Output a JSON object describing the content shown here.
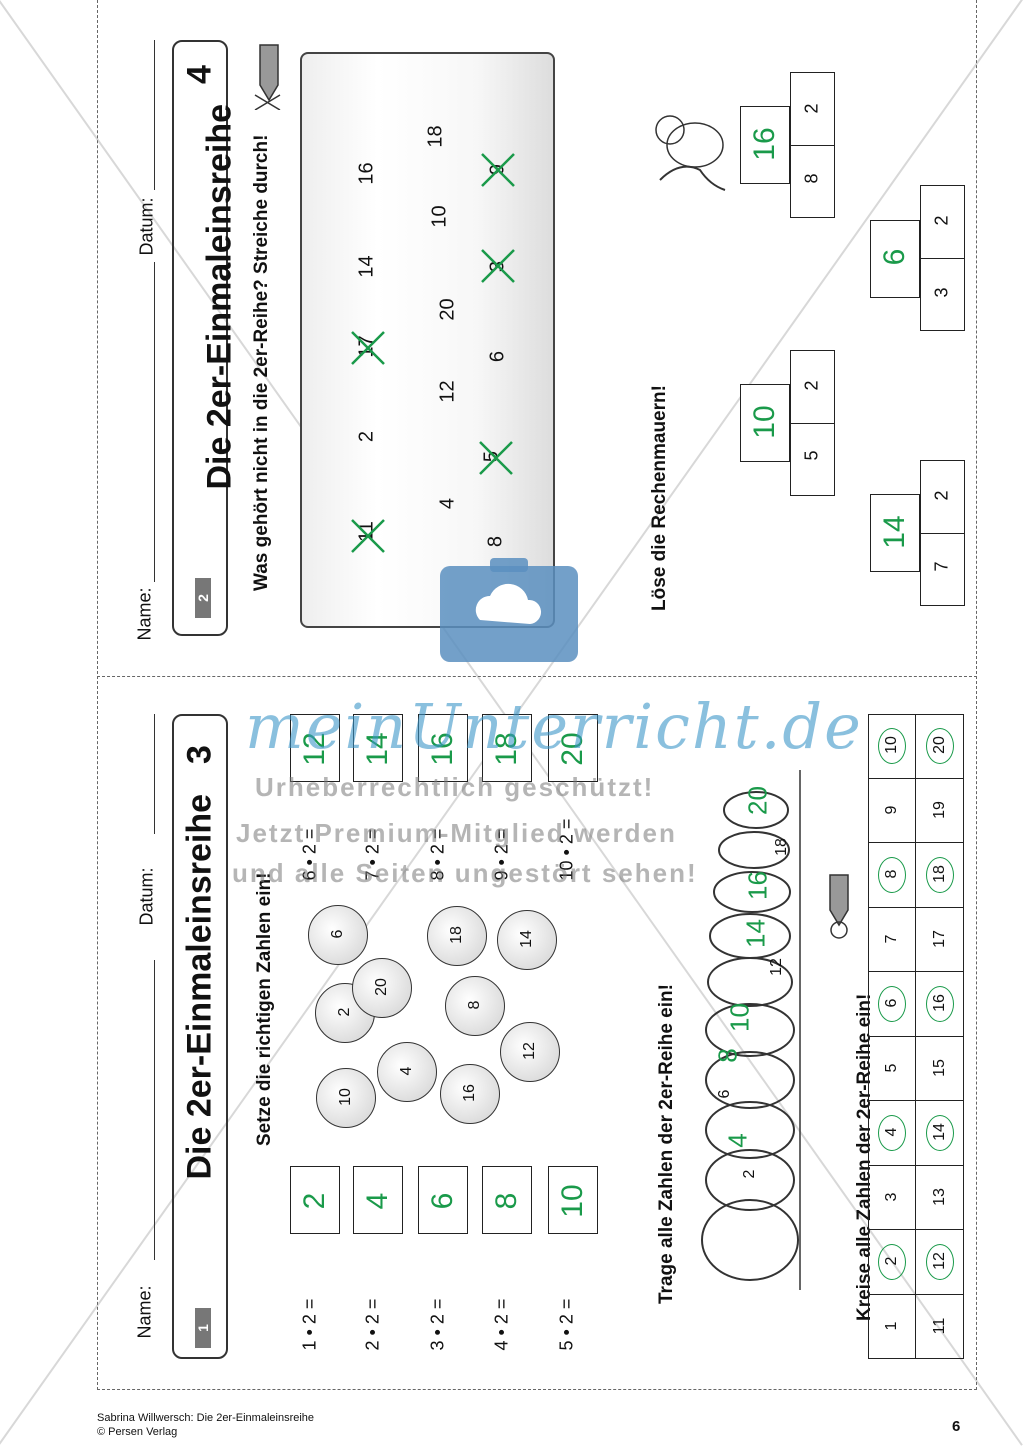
{
  "watermark": {
    "brand": "meinUnterricht.de",
    "line1": "Urheberrechtlich geschützt!",
    "line2": "Jetzt Premium-Mitglied werden",
    "line3": "und alle Seiten ungestört sehen!"
  },
  "footer": {
    "author": "Sabrina Willwersch: Die 2er-Einmaleinsreihe",
    "publisher": "© Persen Verlag",
    "page": "6"
  },
  "sheet3": {
    "name_label": "Name:",
    "date_label": "Datum:",
    "title": "Die 2er-Einmaleinsreihe",
    "number": "3",
    "level": "1",
    "task1": "Setze die richtigen Zahlen ein!",
    "eqs_left": [
      {
        "q": "1 • 2 =",
        "a": "2"
      },
      {
        "q": "2 • 2 =",
        "a": "4"
      },
      {
        "q": "3 • 2 =",
        "a": "6"
      },
      {
        "q": "4 • 2 =",
        "a": "8"
      },
      {
        "q": "5 • 2 =",
        "a": "10"
      }
    ],
    "eqs_right": [
      {
        "q": "6 • 2 =",
        "a": "12"
      },
      {
        "q": "7 • 2 =",
        "a": "14"
      },
      {
        "q": "8 • 2 =",
        "a": "16"
      },
      {
        "q": "9 • 2 =",
        "a": "18"
      },
      {
        "q": "10 • 2 =",
        "a": "20"
      }
    ],
    "bubbles": [
      "10",
      "4",
      "16",
      "2",
      "20",
      "8",
      "12",
      "6",
      "18",
      "14"
    ],
    "task2": "Trage alle Zahlen der 2er-Reihe ein!",
    "caterpillar": [
      "2",
      "4",
      "6",
      "8",
      "10",
      "12",
      "14",
      "16",
      "18",
      "20"
    ],
    "task3": "Kreise alle Zahlen der 2er-Reihe ein!",
    "row1": [
      "1",
      "2",
      "3",
      "4",
      "5",
      "6",
      "7",
      "8",
      "9",
      "10"
    ],
    "row2": [
      "11",
      "12",
      "13",
      "14",
      "15",
      "16",
      "17",
      "18",
      "19",
      "20"
    ]
  },
  "sheet4": {
    "name_label": "Name:",
    "date_label": "Datum:",
    "title": "Die 2er-Einmaleinsreihe",
    "number": "4",
    "level": "2",
    "task1": "Was gehört nicht in die 2er-Reihe? Streiche durch!",
    "scroll_col1": [
      "11",
      "2",
      "17",
      "14",
      "16"
    ],
    "scroll_col2": [
      "4",
      "12",
      "20",
      "10",
      "18"
    ],
    "scroll_col3": [
      "8",
      "5",
      "6",
      "3",
      "9"
    ],
    "task2": "Löse die Rechenmauern!",
    "walls": [
      {
        "top": "14",
        "left": "7",
        "right": "2"
      },
      {
        "top": "10",
        "left": "5",
        "right": "2"
      },
      {
        "top": "6",
        "left": "3",
        "right": "2"
      },
      {
        "top": "16",
        "left": "8",
        "right": "2"
      }
    ]
  }
}
